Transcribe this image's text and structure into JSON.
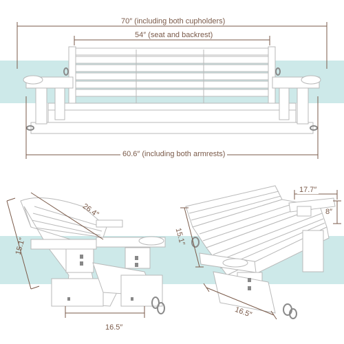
{
  "dimensions": {
    "overall_width": "70″ (including both cupholders)",
    "seat_backrest_width": "54″ (seat and backrest)",
    "armrest_width": "60.6″ (including both armrests)",
    "diagonal": "26.4″",
    "height_left": "15.1″",
    "depth_left": "16.5″",
    "cupholder_width": "17.7″",
    "cupholder_height": "8″",
    "height_right": "15.1″",
    "depth_right": "16.5″"
  },
  "colors": {
    "band": "#cde9e9",
    "line": "#7a5a49",
    "wood": "#ffffff",
    "outline": "#b9b9b9"
  }
}
